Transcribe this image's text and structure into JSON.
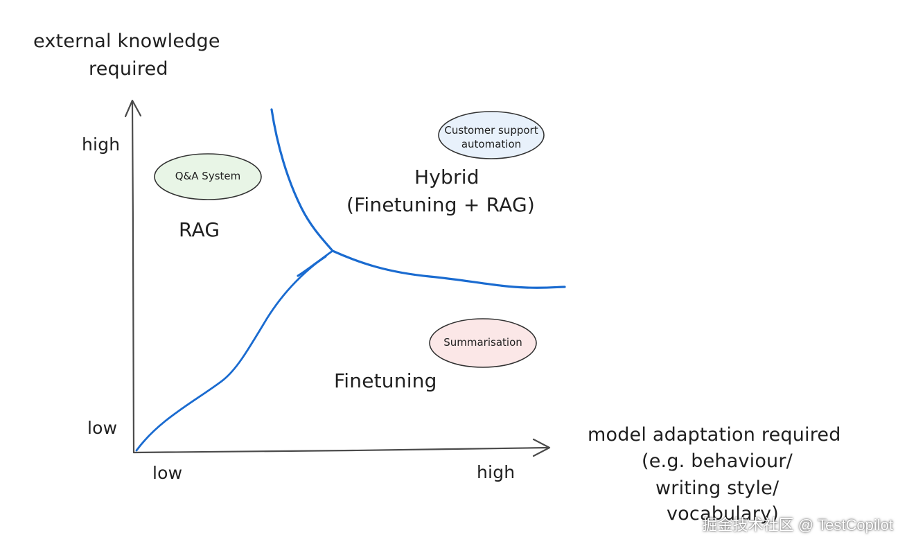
{
  "diagram": {
    "y_axis_title_line1": "external knowledge",
    "y_axis_title_line2": "required",
    "x_axis_title_line1": "model adaptation required",
    "x_axis_title_line2": "(e.g. behaviour/",
    "x_axis_title_line3": "writing style/",
    "x_axis_title_line4": "vocabulary)",
    "y_high": "high",
    "y_low": "low",
    "x_low": "low",
    "x_high": "high",
    "region_rag": "RAG",
    "region_hybrid_line1": "Hybrid",
    "region_hybrid_line2": "(Finetuning + RAG)",
    "region_finetuning": "Finetuning",
    "ellipses": [
      {
        "label": "Q&A System",
        "fill": "#e8f5e6",
        "stroke": "#333333"
      },
      {
        "label_line1": "Customer support",
        "label_line2": "automation",
        "fill": "#e8f1fb",
        "stroke": "#333333"
      },
      {
        "label": "Summarisation",
        "fill": "#fbe7e7",
        "stroke": "#333333"
      }
    ]
  },
  "colors": {
    "axis": "#4a4a4a",
    "boundary": "#1a6bd0",
    "text": "#1f1f1f"
  },
  "watermark": "掘金技术社区 @ TestCopilot"
}
